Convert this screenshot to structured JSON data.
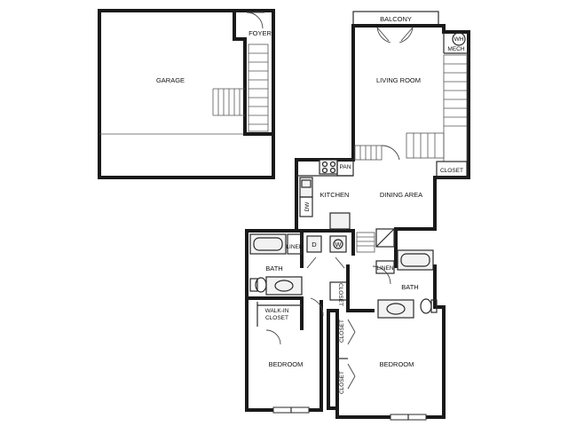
{
  "rooms": {
    "garage": "GARAGE",
    "foyer": "FOYER",
    "balcony": "BALCONY",
    "wh": "WH",
    "mech": "MECH",
    "living_room": "LIVING ROOM",
    "closet_living": "CLOSET",
    "pan": "PAN",
    "kitchen": "KITCHEN",
    "dining_area": "DINING AREA",
    "dw": "DW",
    "dryer": "D",
    "washer": "W",
    "linen_left": "LINEN",
    "bath_left": "BATH",
    "walk_in_closet_line1": "WALK-IN",
    "walk_in_closet_line2": "CLOSET",
    "closet_hall": "CLOSET",
    "bedroom_left": "BEDROOM",
    "closet_bedroom_right_upper": "CLOSET",
    "closet_bedroom_right_lower": "CLOSET",
    "linen_right": "LINEN",
    "bath_right": "BATH",
    "bedroom_right": "BEDROOM"
  }
}
